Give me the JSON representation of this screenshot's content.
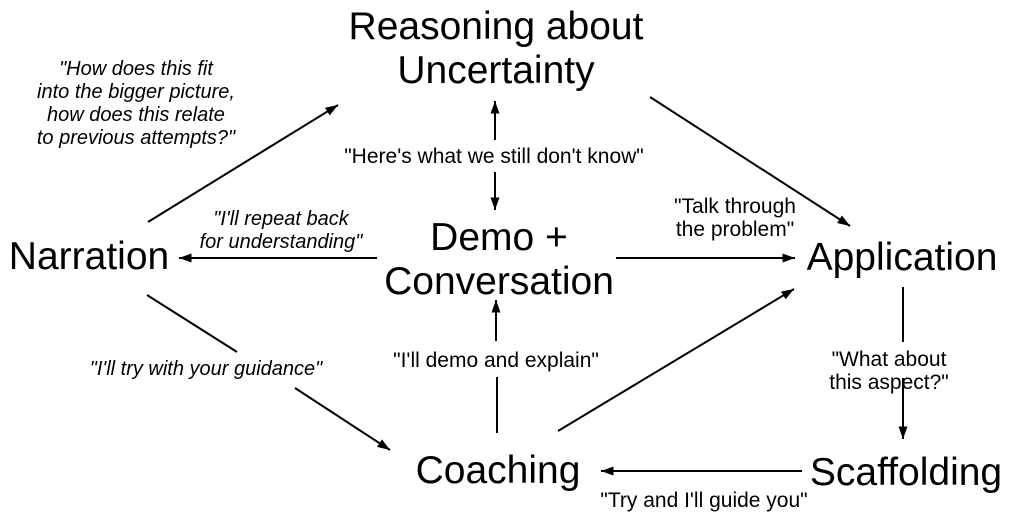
{
  "diagram": {
    "background_color": "#ffffff",
    "line_color": "#000000",
    "text_color": "#000000",
    "nodes": {
      "reasoning": {
        "label": "Reasoning about\nUncertainty"
      },
      "demo": {
        "label": "Demo +\nConversation"
      },
      "narration": {
        "label": "Narration"
      },
      "application": {
        "label": "Application"
      },
      "coaching": {
        "label": "Coaching"
      },
      "scaffolding": {
        "label": "Scaffolding"
      }
    },
    "edge_labels": {
      "bigger_picture": {
        "text": "\"How does this fit\ninto the bigger picture,\nhow does this relate\nto previous attempts?\"",
        "style": "italic"
      },
      "still_dont_know": {
        "text": "\"Here's what we still don't know\"",
        "style": "regular"
      },
      "repeat_back": {
        "text": "\"I'll repeat back\nfor understanding\"",
        "style": "italic"
      },
      "talk_through": {
        "text": "\"Talk through\nthe problem\"",
        "style": "regular"
      },
      "try_guidance": {
        "text": "\"I'll try with your guidance\"",
        "style": "italic"
      },
      "demo_explain": {
        "text": "\"I'll demo and explain\"",
        "style": "regular"
      },
      "what_aspect": {
        "text": "\"What about this aspect?\"",
        "style": "regular"
      },
      "try_guide": {
        "text": "\"Try and I'll guide you\"",
        "style": "regular"
      }
    },
    "edges": [
      {
        "from": "narration",
        "to": "reasoning",
        "bidirectional": false,
        "label": "bigger_picture"
      },
      {
        "from": "reasoning",
        "to": "demo",
        "bidirectional": true,
        "label": "still_dont_know"
      },
      {
        "from": "demo",
        "to": "narration",
        "bidirectional": false,
        "label": "repeat_back"
      },
      {
        "from": "demo",
        "to": "application",
        "bidirectional": false,
        "label": "talk_through"
      },
      {
        "from": "reasoning",
        "to": "application",
        "bidirectional": false,
        "label": null
      },
      {
        "from": "narration",
        "to": "coaching",
        "bidirectional": false,
        "label": "try_guidance"
      },
      {
        "from": "coaching",
        "to": "demo",
        "bidirectional": false,
        "label": "demo_explain"
      },
      {
        "from": "coaching",
        "to": "application",
        "bidirectional": false,
        "label": null
      },
      {
        "from": "application",
        "to": "scaffolding",
        "bidirectional": false,
        "label": "what_aspect"
      },
      {
        "from": "scaffolding",
        "to": "coaching",
        "bidirectional": false,
        "label": "try_guide"
      }
    ]
  }
}
